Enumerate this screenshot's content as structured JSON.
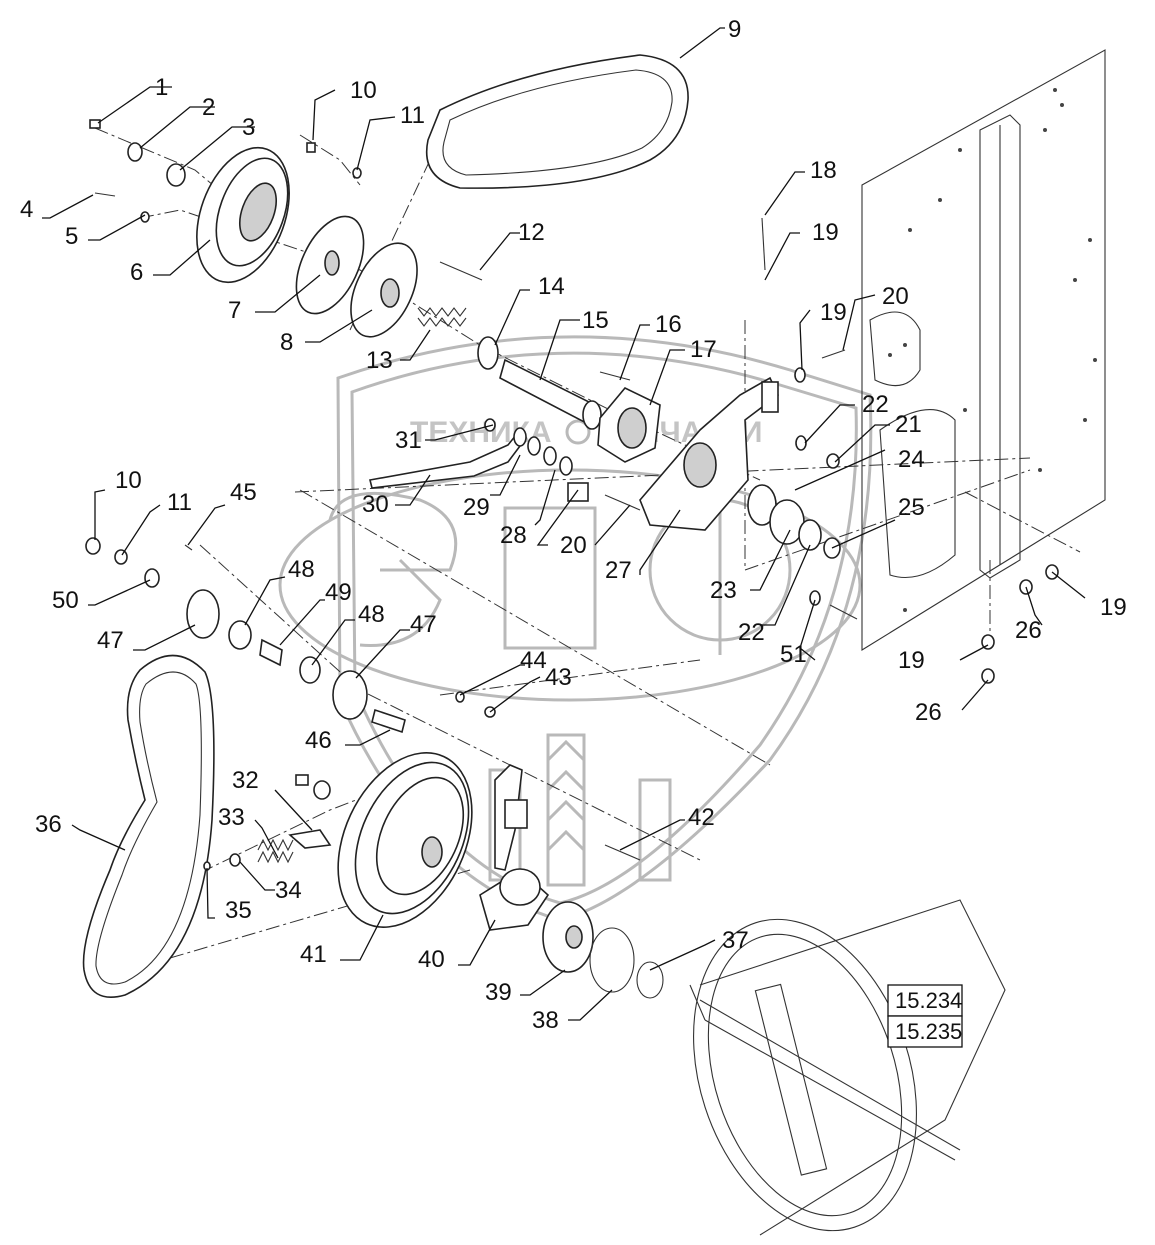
{
  "watermark": {
    "left_text": "ТЕХНИКА",
    "right_text": "ЗАПЧАСТИ",
    "logo_letters": "ЭПФ"
  },
  "reference_boxes": [
    "15.234",
    "15.235"
  ],
  "callouts": {
    "c1": "1",
    "c2": "2",
    "c3": "3",
    "c4": "4",
    "c5": "5",
    "c6": "6",
    "c7": "7",
    "c8": "8",
    "c9": "9",
    "c10a": "10",
    "c11a": "11",
    "c12": "12",
    "c13": "13",
    "c14": "14",
    "c15": "15",
    "c16": "16",
    "c17": "17",
    "c18": "18",
    "c19a": "19",
    "c19b": "19",
    "c20a": "20",
    "c22a": "22",
    "c21": "21",
    "c24": "24",
    "c31": "31",
    "c30": "30",
    "c29": "29",
    "c28": "28",
    "c20b": "20",
    "c27": "27",
    "c23": "23",
    "c25": "25",
    "c22b": "22",
    "c51": "51",
    "c19c": "19",
    "c26a": "26",
    "c19d": "19",
    "c26b": "26",
    "c10b": "10",
    "c11b": "11",
    "c45": "45",
    "c50": "50",
    "c47a": "47",
    "c48a": "48",
    "c49": "49",
    "c48b": "48",
    "c47b": "47",
    "c44": "44",
    "c43": "43",
    "c46": "46",
    "c32": "32",
    "c33": "33",
    "c34": "34",
    "c35": "35",
    "c36": "36",
    "c41": "41",
    "c40": "40",
    "c42": "42",
    "c39": "39",
    "c38": "38",
    "c37": "37"
  }
}
